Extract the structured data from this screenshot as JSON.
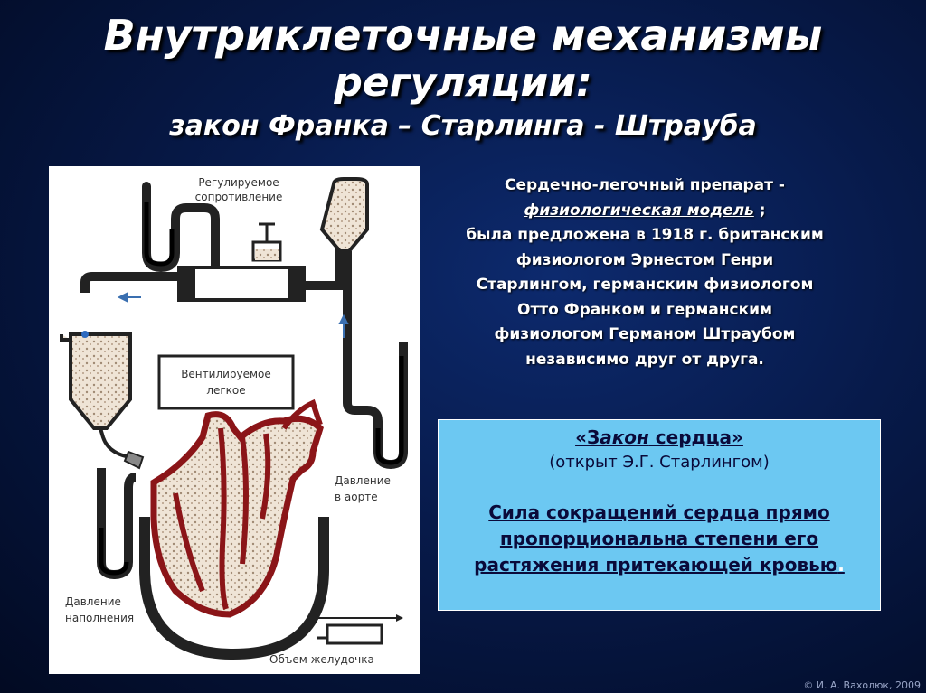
{
  "title": {
    "line1": "Внутриклеточные механизмы",
    "line2": "регуляции:",
    "line3": "закон Франка – Старлинга - Штрауба"
  },
  "diagram": {
    "labels": {
      "resistance_1": "Регулируемое",
      "resistance_2": "сопротивление",
      "lung_1": "Вентилируемое",
      "lung_2": "легкое",
      "aorta_1": "Давление",
      "aorta_2": "в аорте",
      "filling_1": "Давление",
      "filling_2": "наполнения",
      "volume": "Объем желудочка"
    },
    "colors": {
      "blood": "#8b1518",
      "pipe": "#222222",
      "fill": "#e8d9c6"
    }
  },
  "description": {
    "line1": "Сердечно-легочный препарат -",
    "line2_underlined": "физиологическая модель",
    "line2_rest": " ;",
    "line3": "была предложена в 1918 г. британским",
    "line4": "физиологом Эрнестом Генри",
    "line5": "Старлингом, германским физиологом",
    "line6": "Отто Франком и германским",
    "line7": "физиологом Германом Штраубом",
    "line8": "независимо друг от друга."
  },
  "law_box": {
    "heading_open": "«З",
    "heading_italic": "акон",
    "heading_rest": " сердца»",
    "sub": "(открыт Э.Г. Старлингом)",
    "law_line1": "Сила сокращений сердца прямо",
    "law_line2": "пропорциональна степени его",
    "law_line3": "растяжения притекающей кровью",
    "law_dot": ".",
    "background": "#6cc8f2"
  },
  "copyright": "© И. А. Вахолюк, 2009"
}
